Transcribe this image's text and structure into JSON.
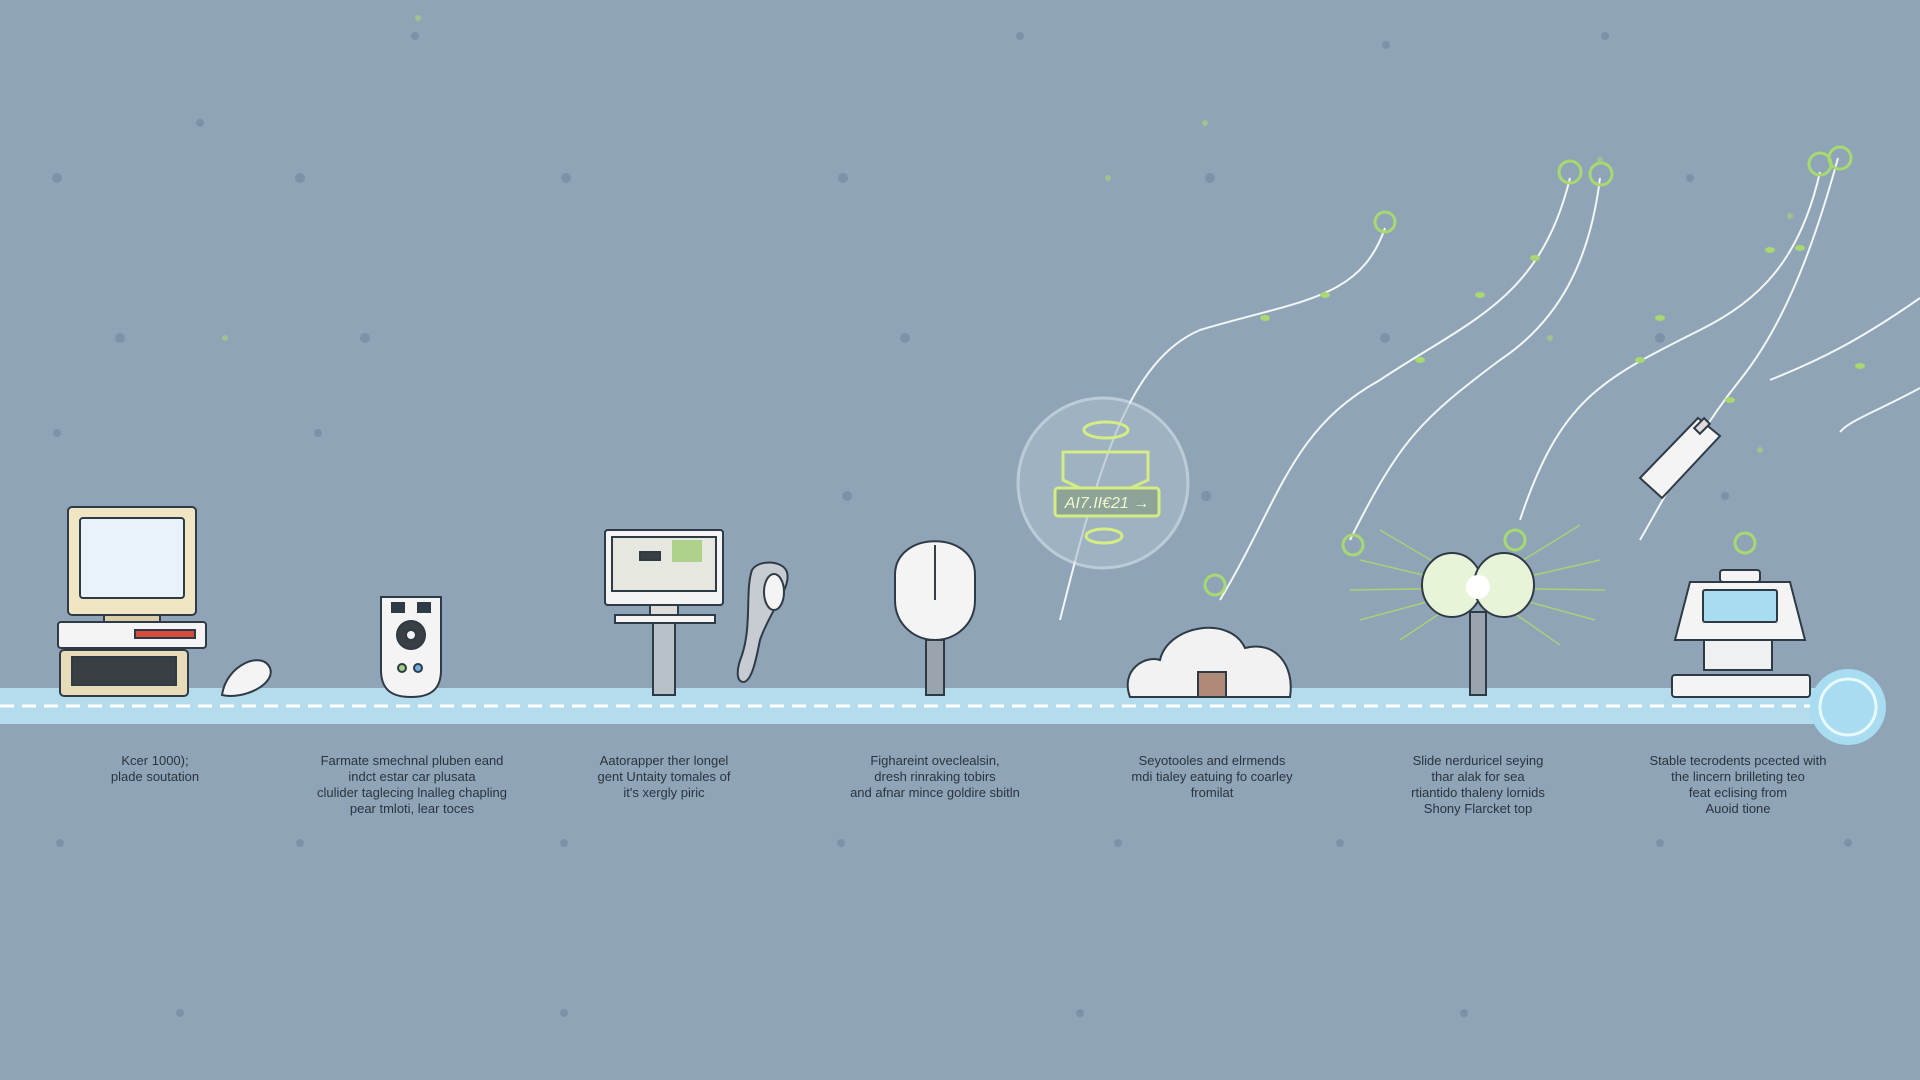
{
  "timeline": {
    "stages": [
      {
        "name": "retro-computer",
        "lines": [
          "Kcer 1000);",
          "plade soutation"
        ]
      },
      {
        "name": "remote-device",
        "lines": [
          "Farmate smechnal pluben eand",
          "indct estar car plusata",
          "clulider taglecing lnalleg chapling",
          "pear tmloti, lear toces"
        ]
      },
      {
        "name": "desktop-monitor",
        "lines": [
          "Aatorapper ther longel",
          "gent Untaity tomales of",
          "it's xergly piric"
        ]
      },
      {
        "name": "mouse-device",
        "lines": [
          "Fighareint oveclealsin,",
          "dresh rinraking tobirs",
          "and afnar mince goldire sbitln"
        ]
      },
      {
        "name": "cloud-node",
        "lines": [
          "Seyotooles and elrmends",
          "mdi tialey eatuing fo coarley",
          "fromilat"
        ]
      },
      {
        "name": "light-device",
        "lines": [
          "Slide nerduricel seying",
          "thar alak for sea",
          "rtiantido thaleny lornids",
          "Shony Flarcket top"
        ]
      },
      {
        "name": "modern-terminal",
        "lines": [
          "Stable tecrodents pcected with",
          "the lincern brilleting teo",
          "feat eclising from",
          "Auoid tione"
        ]
      }
    ],
    "ai_badge_label": "AI7.II€21 →"
  },
  "colors": {
    "background": "#8fa4b6",
    "timeline": "#a8dcf0",
    "accent_green": "#a8d870",
    "device_fill": "#f4f4f4",
    "device_stroke": "#2e3a46"
  }
}
